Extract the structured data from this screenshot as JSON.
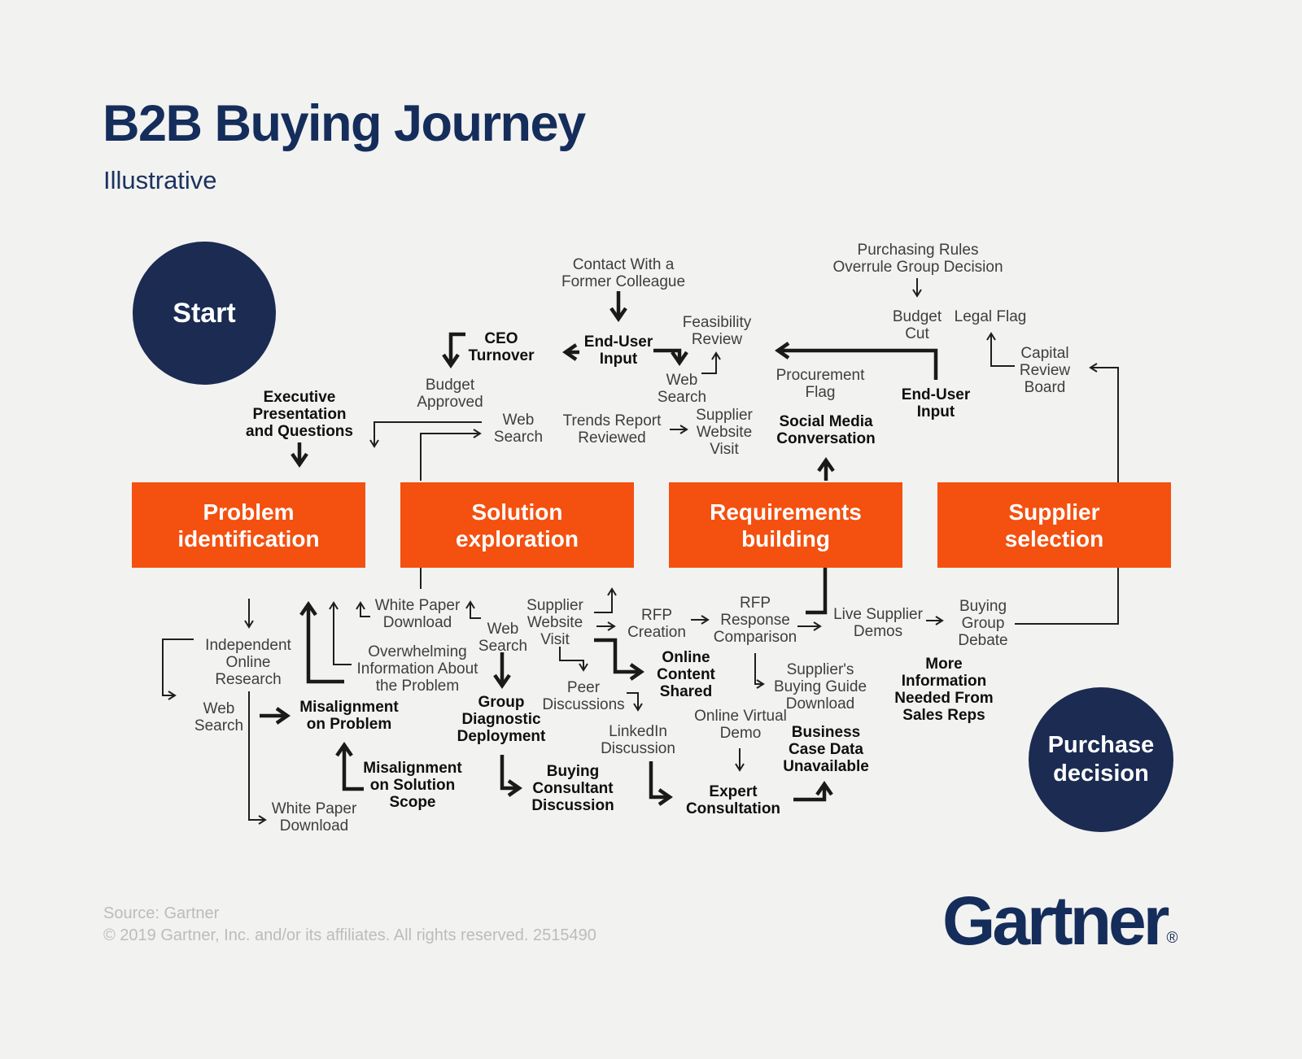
{
  "page": {
    "title": "B2B Buying Journey",
    "subtitle": "Illustrative"
  },
  "colors": {
    "navy": "#152d5b",
    "orange": "#f4500f",
    "line": "#1f1f1f",
    "label": "#3e3e3e",
    "background": "#f2f2f0",
    "muted": "#bcbcba"
  },
  "start": {
    "label": "Start"
  },
  "end": {
    "label": "Purchase\ndecision"
  },
  "stages": [
    {
      "label": "Problem\nidentification"
    },
    {
      "label": "Solution\nexploration"
    },
    {
      "label": "Requirements\nbuilding"
    },
    {
      "label": "Supplier\nselection"
    }
  ],
  "nodes": {
    "contact_former_colleague": {
      "text": "Contact With a\nFormer Colleague"
    },
    "end_user_input_left": {
      "text": "End-User\nInput"
    },
    "ceo_turnover": {
      "text": "CEO\nTurnover"
    },
    "budget_approved": {
      "text": "Budget\nApproved"
    },
    "feasibility_review": {
      "text": "Feasibility\nReview"
    },
    "web_search_ne": {
      "text": "Web\nSearch"
    },
    "trends_report_reviewed": {
      "text": "Trends Report\nReviewed"
    },
    "supplier_website_visit_top": {
      "text": "Supplier\nWebsite\nVisit"
    },
    "purchasing_rules": {
      "text": "Purchasing Rules\nOverrule Group Decision"
    },
    "budget_cut": {
      "text": "Budget\nCut"
    },
    "legal_flag": {
      "text": "Legal Flag"
    },
    "capital_review_board": {
      "text": "Capital\nReview\nBoard"
    },
    "end_user_input_right": {
      "text": "End-User\nInput"
    },
    "procurement_flag": {
      "text": "Procurement\nFlag"
    },
    "social_media_conversation": {
      "text": "Social Media\nConversation"
    },
    "executive_presentation": {
      "text": "Executive\nPresentation\nand Questions"
    },
    "web_search_mid": {
      "text": "Web\nSearch"
    },
    "independent_online_research": {
      "text": "Independent\nOnline\nResearch"
    },
    "web_search_left": {
      "text": "Web\nSearch"
    },
    "misalignment_on_problem": {
      "text": "Misalignment\non Problem"
    },
    "overwhelming_information": {
      "text": "Overwhelming\nInformation About\nthe Problem"
    },
    "white_paper_download_top": {
      "text": "White Paper\nDownload"
    },
    "web_search_center": {
      "text": "Web\nSearch"
    },
    "group_diagnostic_deployment": {
      "text": "Group\nDiagnostic\nDeployment"
    },
    "buying_consultant_discussion": {
      "text": "Buying\nConsultant\nDiscussion"
    },
    "supplier_website_visit_mid": {
      "text": "Supplier\nWebsite\nVisit"
    },
    "peer_discussions": {
      "text": "Peer\nDiscussions"
    },
    "linkedin_discussion": {
      "text": "LinkedIn\nDiscussion"
    },
    "expert_consultation": {
      "text": "Expert\nConsultation"
    },
    "online_virtual_demo": {
      "text": "Online Virtual\nDemo"
    },
    "online_content_shared": {
      "text": "Online\nContent\nShared"
    },
    "rfp_creation": {
      "text": "RFP\nCreation"
    },
    "rfp_response_comparison": {
      "text": "RFP\nResponse\nComparison"
    },
    "suppliers_buying_guide": {
      "text": "Supplier's\nBuying Guide\nDownload"
    },
    "business_case_data": {
      "text": "Business\nCase Data\nUnavailable"
    },
    "more_information_needed": {
      "text": "More\nInformation\nNeeded From\nSales Reps"
    },
    "live_supplier_demos": {
      "text": "Live Supplier\nDemos"
    },
    "buying_group_debate": {
      "text": "Buying\nGroup\nDebate"
    },
    "white_paper_download_bottom": {
      "text": "White Paper\nDownload"
    },
    "misalignment_on_solution_scope": {
      "text": "Misalignment\non Solution\nScope"
    }
  },
  "footer": {
    "source_line1": "Source: Gartner",
    "source_line2": "© 2019 Gartner, Inc. and/or its affiliates. All rights reserved. 2515490",
    "logo": "Gartner",
    "registered": "®"
  }
}
